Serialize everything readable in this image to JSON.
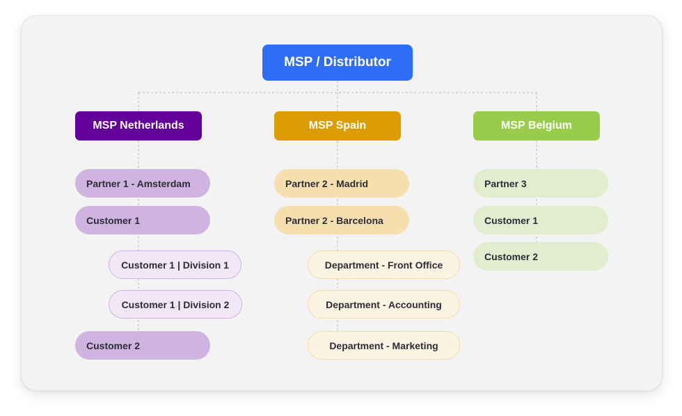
{
  "root": {
    "label": "MSP / Distributor"
  },
  "colors": {
    "root": "#2e6df6",
    "netherlands": "#63009a",
    "spain": "#dc9c05",
    "belgium": "#99cc4a"
  },
  "branches": {
    "netherlands": {
      "label": "MSP Netherlands",
      "items": [
        "Partner 1 - Amsterdam",
        "Customer 1",
        "Customer 2"
      ],
      "subitems": [
        "Customer 1 | Division 1",
        "Customer 1 | Division 2"
      ]
    },
    "spain": {
      "label": "MSP Spain",
      "items": [
        "Partner 2 - Madrid",
        "Partner 2 - Barcelona"
      ],
      "subitems": [
        "Department - Front Office",
        "Department - Accounting",
        "Department - Marketing"
      ]
    },
    "belgium": {
      "label": "MSP Belgium",
      "items": [
        "Partner 3",
        "Customer 1",
        "Customer 2"
      ]
    }
  }
}
